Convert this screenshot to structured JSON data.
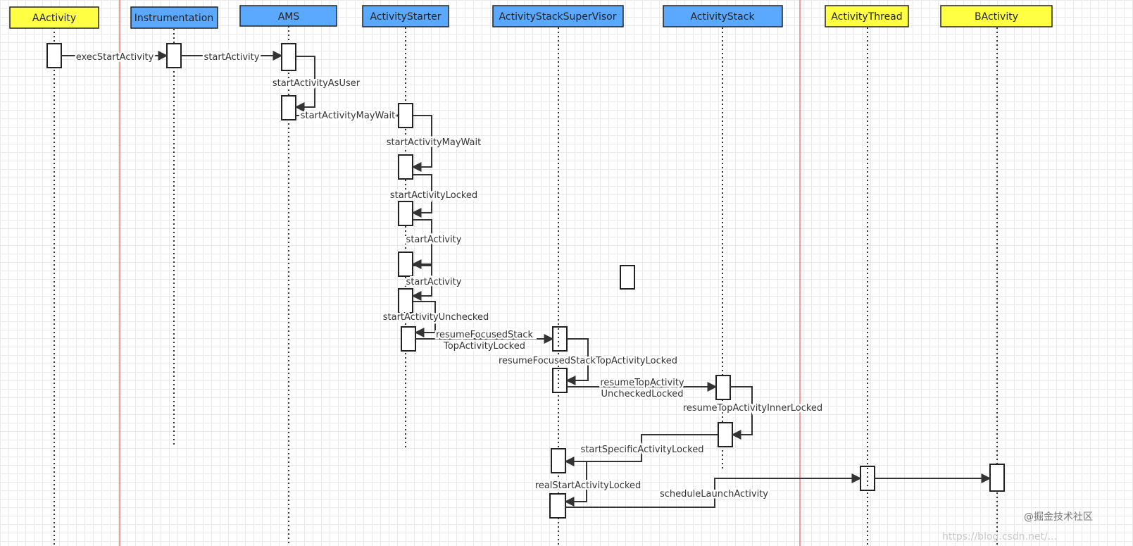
{
  "participants": [
    {
      "label": "AActivity",
      "color": "#ffff44"
    },
    {
      "label": "Instrumentation",
      "color": "#5aa8ff"
    },
    {
      "label": "AMS",
      "color": "#5aa8ff"
    },
    {
      "label": "ActivityStarter",
      "color": "#5aa8ff"
    },
    {
      "label": "ActivityStackSuperVisor",
      "color": "#5aa8ff"
    },
    {
      "label": "ActivityStack",
      "color": "#5aa8ff"
    },
    {
      "label": "ActivityThread",
      "color": "#ffff44"
    },
    {
      "label": "BActivity",
      "color": "#ffff44"
    }
  ],
  "messages": [
    "execStartActivity",
    "startActivity",
    "startActivityAsUser",
    "startActivityMayWait",
    "startActivityMayWait",
    "startActivityLocked",
    "startActivity",
    "startActivity",
    "startActivityUnchecked",
    "resumeFocusedStack",
    "TopActivityLocked",
    "resumeFocusedStackTopActivityLocked",
    "resumeTopActivity",
    "UncheckedLocked",
    "resumeTopActivityInnerLocked",
    "startSpecificActivityLocked",
    "realStartActivityLocked",
    "scheduleLaunchActivity"
  ],
  "watermark": {
    "url": "https://blog.csdn.net/...",
    "brand": "@掘金技术社区"
  }
}
